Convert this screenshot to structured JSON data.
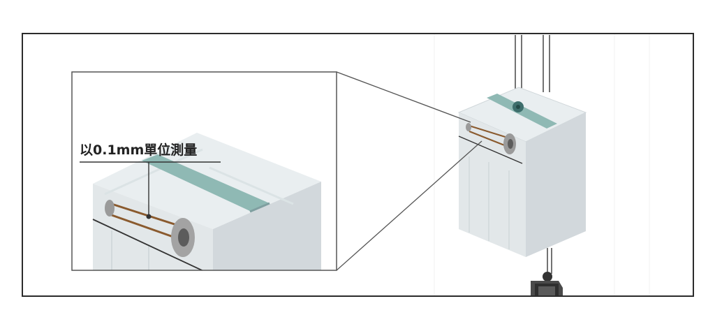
{
  "annotation": {
    "measurement_label": "以0.1mm單位測量"
  },
  "colors": {
    "frame_border": "#333333",
    "cab_top": "#e9eef0",
    "cab_side_left": "#e3e8ea",
    "cab_side_right": "#d3d9dd",
    "guide_rail": "#8fb9b4",
    "rod": "#8a5a2e",
    "sheave": "#9a9a9a",
    "cable": "#444444"
  },
  "icons": {
    "sheave": "pulley-wheel",
    "counterweight": "counterweight-block"
  }
}
